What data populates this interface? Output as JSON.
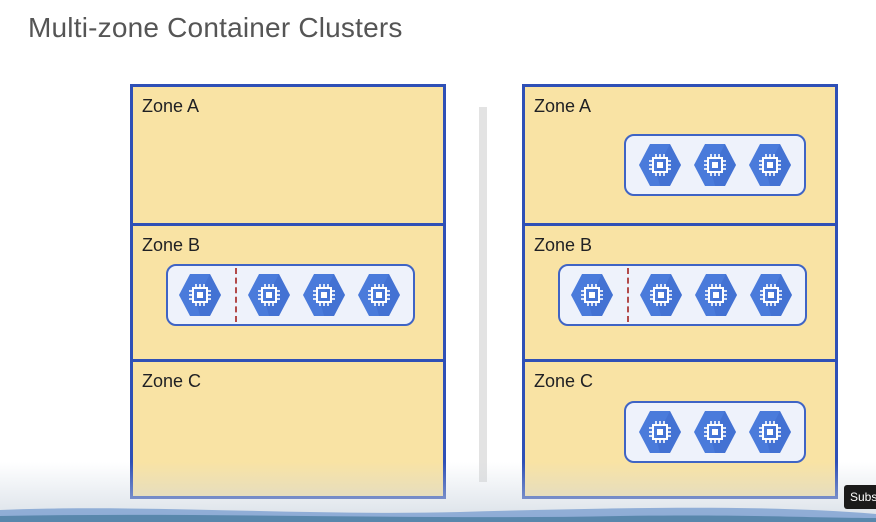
{
  "slide": {
    "title": "Multi-zone Container Clusters"
  },
  "clusters": {
    "left": {
      "zones": [
        {
          "label": "Zone A"
        },
        {
          "label": "Zone B"
        },
        {
          "label": "Zone C"
        }
      ]
    },
    "right": {
      "zones": [
        {
          "label": "Zone A"
        },
        {
          "label": "Zone B"
        },
        {
          "label": "Zone C"
        }
      ]
    }
  },
  "icons": {
    "node": "compute-engine-node-icon"
  },
  "colors": {
    "zone_fill": "#f9e3a4",
    "zone_border": "#2f50b6",
    "node_fill": "#4a7bdb",
    "pool_fill": "#eef2fb",
    "pool_border": "#3f64c5",
    "separator": "#b24a4a",
    "title_text": "#555555"
  },
  "player": {
    "subscribe_label": "Subscribe"
  }
}
